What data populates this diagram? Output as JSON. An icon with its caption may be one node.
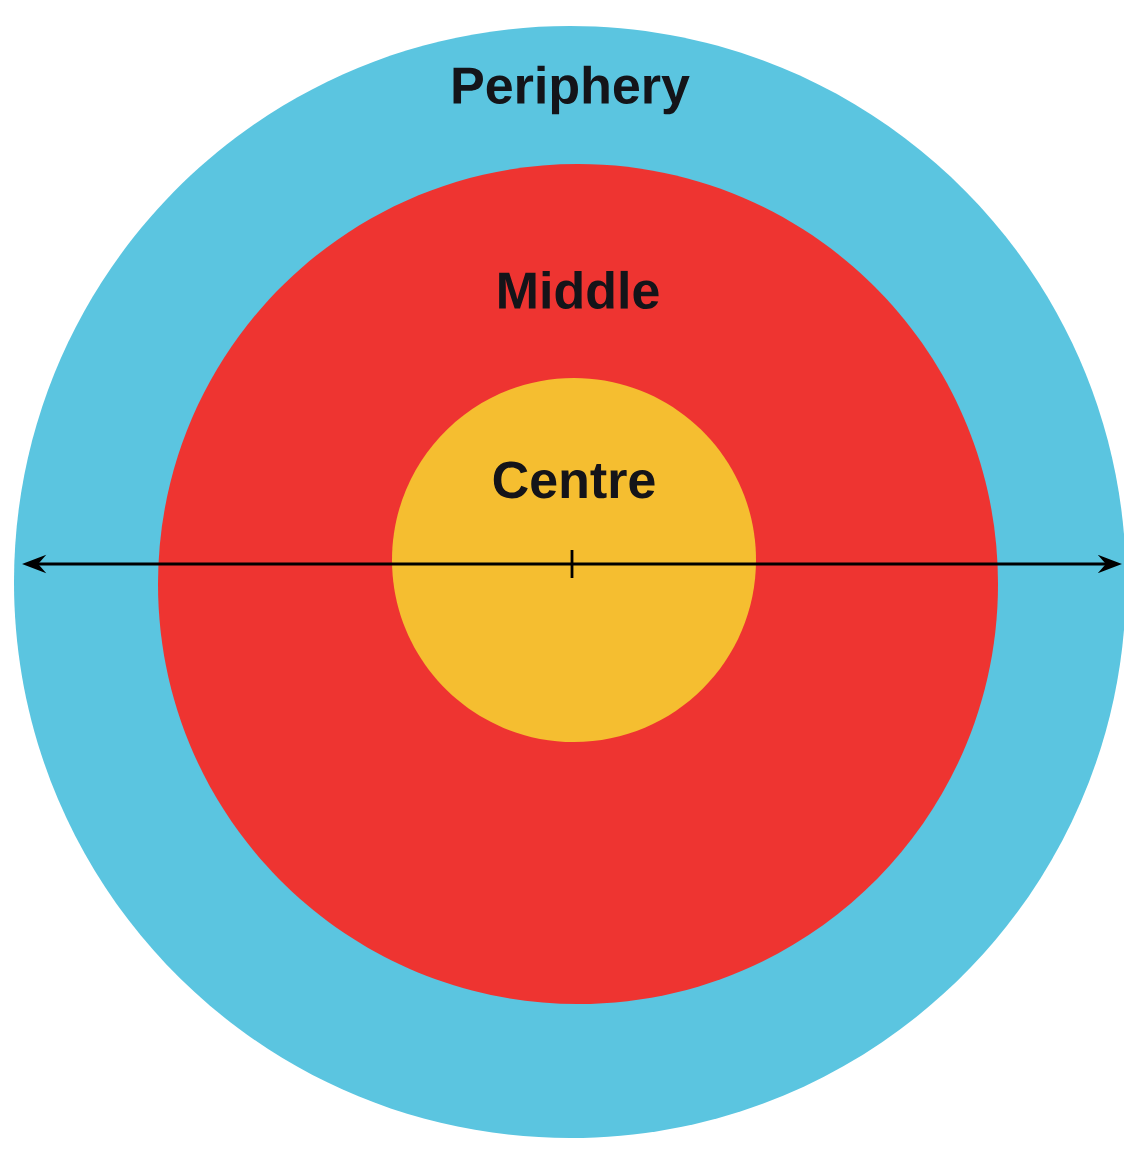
{
  "diagram": {
    "nodes": [
      {
        "text": [
          "Periphery"
        ]
      },
      {
        "text": [
          "Middle"
        ],
        "in": 0
      },
      {
        "text": [
          "Centre"
        ],
        "in": 1
      }
    ]
  }
}
